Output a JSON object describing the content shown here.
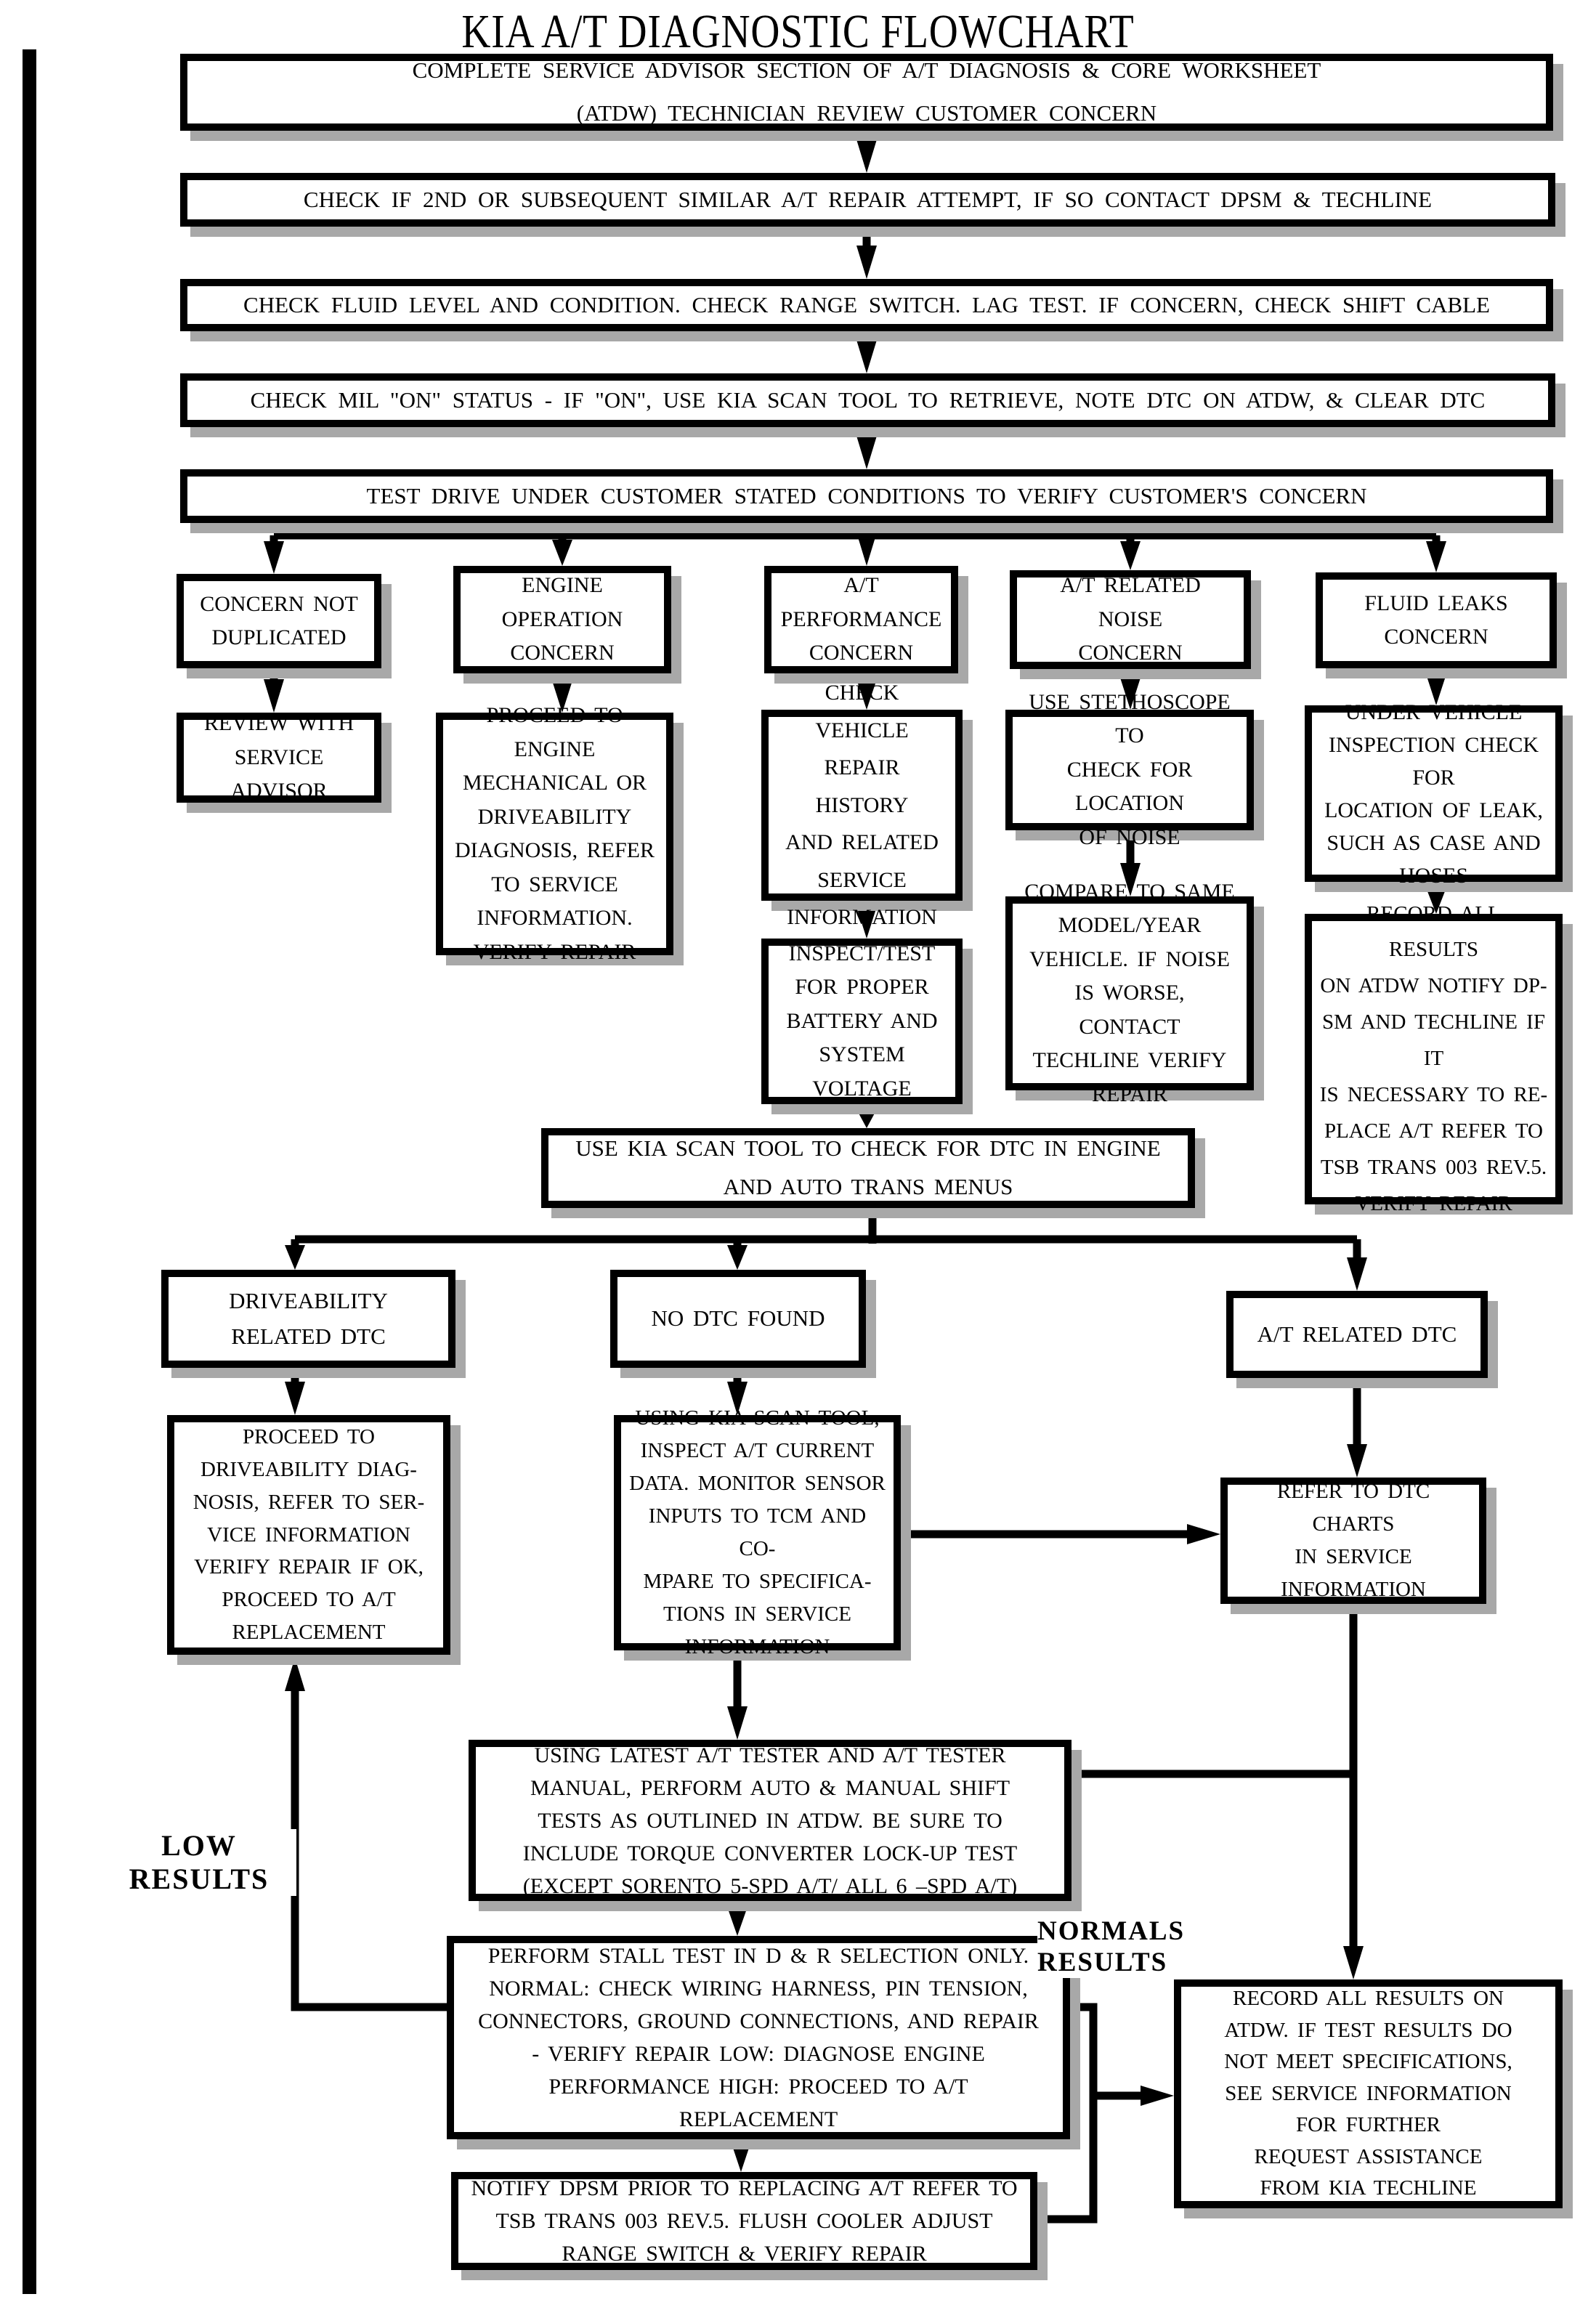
{
  "title": "KIA A/T DIAGNOSTIC FLOWCHART",
  "nodes": {
    "complete_service": {
      "text": "COMPLETE SERVICE ADVISOR SECTION OF A/T DIAGNOSIS & CORE WORKSHEET\n(ATDW) TECHNICIAN REVIEW CUSTOMER CONCERN"
    },
    "repair_attempt": {
      "text": "CHECK IF 2ND OR SUBSEQUENT SIMILAR A/T REPAIR ATTEMPT, IF SO CONTACT DPSM & TECHLINE"
    },
    "fluid_level": {
      "text": "CHECK FLUID LEVEL AND CONDITION. CHECK RANGE SWITCH. LAG TEST. IF CONCERN, CHECK SHIFT CABLE"
    },
    "mil_status": {
      "text": "CHECK MIL \"ON\" STATUS - IF \"ON\", USE KIA SCAN TOOL TO RETRIEVE, NOTE DTC ON ATDW, & CLEAR DTC"
    },
    "test_drive": {
      "text": "TEST DRIVE UNDER CUSTOMER STATED CONDITIONS TO VERIFY CUSTOMER'S CONCERN"
    },
    "concern_not_duplicated": {
      "text": "CONCERN NOT\nDUPLICATED"
    },
    "engine_operation_concern": {
      "text": "ENGINE\nOPERATION\nCONCERN"
    },
    "at_performance_concern": {
      "text": "A/T\nPERFORMANCE\nCONCERN"
    },
    "at_noise_concern": {
      "text": "A/T RELATED NOISE\nCONCERN"
    },
    "fluid_leaks_concern": {
      "text": "FLUID LEAKS\nCONCERN"
    },
    "review_service_advisor": {
      "text": "REVIEW WITH\nSERVICE ADVISOR"
    },
    "proceed_engine_diagnosis": {
      "text": "PROCEED TO ENGINE\nMECHANICAL OR\nDRIVEABILITY\nDIAGNOSIS, REFER\nTO SERVICE\nINFORMATION.\nVERIFY REPAIR"
    },
    "check_repair_history": {
      "text": "CHECK VEHICLE\nREPAIR HISTORY\nAND RELATED\nSERVICE\nINFORMATION"
    },
    "use_stethoscope": {
      "text": "USE STETHOSCOPE TO\nCHECK FOR LOCATION\nOF NOISE"
    },
    "under_vehicle_inspection": {
      "text": "UNDER VEHICLE\nINSPECTION CHECK FOR\nLOCATION OF LEAK,\nSUCH AS CASE AND\nHOSES"
    },
    "inspect_battery_voltage": {
      "text": "INSPECT/TEST\nFOR PROPER\nBATTERY AND\nSYSTEM\nVOLTAGE"
    },
    "compare_same_model": {
      "text": "COMPARE TO SAME\nMODEL/YEAR\nVEHICLE. IF NOISE\nIS WORSE, CONTACT\nTECHLINE VERIFY\nREPAIR"
    },
    "record_results_atdw_notify": {
      "text": "RECORD ALL RESULTS\nON ATDW NOTIFY DP-\nSM AND TECHLINE IF IT\nIS NECESSARY TO RE-\nPLACE A/T REFER TO\nTSB TRANS 003 REV.5.\nVERIFY REPAIR"
    },
    "scan_for_dtc": {
      "text": "USE KIA SCAN TOOL TO CHECK FOR DTC IN ENGINE\nAND AUTO TRANS MENUS"
    },
    "driveability_dtc": {
      "text": "DRIVEABILITY\nRELATED DTC"
    },
    "no_dtc_found": {
      "text": "NO DTC FOUND"
    },
    "at_related_dtc": {
      "text": "A/T RELATED DTC"
    },
    "proceed_driveability_diagnosis": {
      "text": "PROCEED TO\nDRIVEABILITY DIAG-\nNOSIS, REFER TO SER-\nVICE INFORMATION\nVERIFY REPAIR IF OK,\nPROCEED TO A/T\nREPLACEMENT"
    },
    "inspect_current_data": {
      "text": "USING KIA SCAN TOOL,\nINSPECT A/T CURRENT\nDATA. MONITOR SENSOR\nINPUTS TO TCM AND CO-\nMPARE TO SPECIFICA-\nTIONS IN SERVICE\nINFORMATION"
    },
    "refer_dtc_charts": {
      "text": "REFER TO DTC CHARTS\nIN SERVICE\nINFORMATION"
    },
    "shift_tests": {
      "text": "USING LATEST A/T TESTER AND A/T TESTER\nMANUAL, PERFORM AUTO & MANUAL SHIFT\nTESTS AS OUTLINED IN ATDW. BE SURE TO\nINCLUDE TORQUE CONVERTER LOCK-UP TEST\n(EXCEPT SORENTO 5-SPD A/T/ ALL 6 –SPD A/T)"
    },
    "stall_test": {
      "text": "PERFORM STALL TEST IN D & R SELECTION ONLY.\nNORMAL: CHECK WIRING HARNESS, PIN TENSION,\nCONNECTORS, GROUND CONNECTIONS, AND REPAIR\n- VERIFY REPAIR LOW: DIAGNOSE ENGINE\nPERFORMANCE HIGH: PROCEED TO A/T\nREPLACEMENT"
    },
    "notify_dpsm": {
      "text": "NOTIFY DPSM PRIOR TO REPLACING A/T REFER TO\nTSB TRANS 003 REV.5. FLUSH COOLER ADJUST\nRANGE SWITCH & VERIFY REPAIR"
    },
    "record_results_techline": {
      "text": "RECORD ALL RESULTS ON\nATDW. IF TEST RESULTS DO\nNOT MEET SPECIFICATIONS,\nSEE SERVICE INFORMATION\nFOR FURTHER\nREQUEST ASSISTANCE\nFROM KIA TECHLINE"
    }
  },
  "labels": {
    "low_results": "LOW RESULTS",
    "normals_results": "NORMALS\nRESULTS"
  },
  "colors": {
    "line": "#000000",
    "shadow": "#a8a8a8",
    "background": "#ffffff"
  }
}
